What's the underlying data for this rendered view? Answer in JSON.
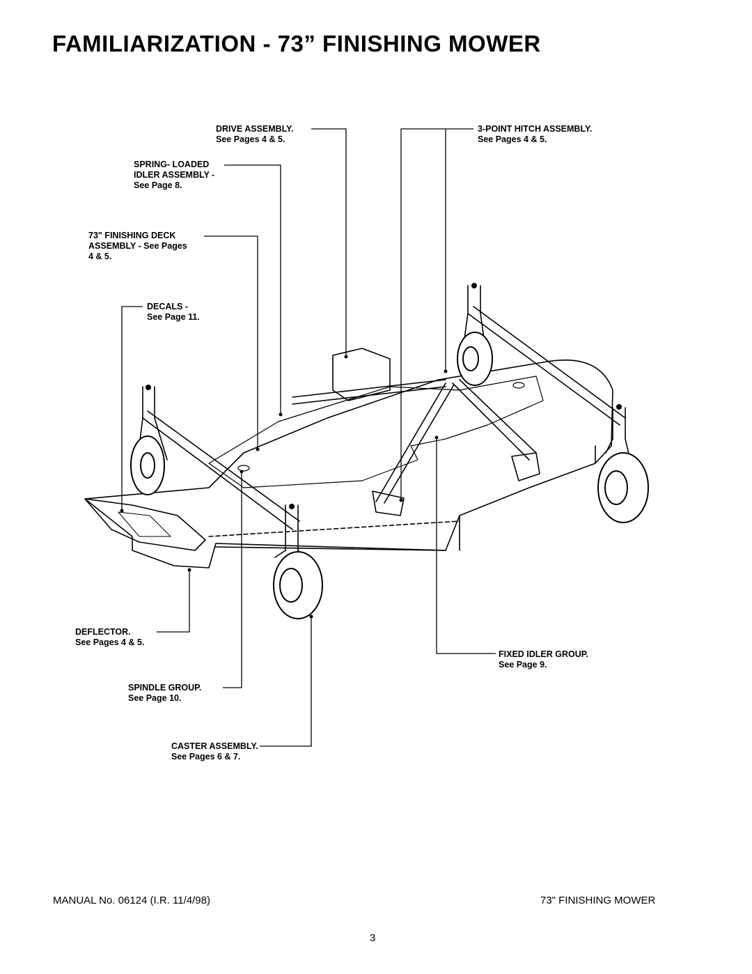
{
  "title": "FAMILIARIZATION - 73” FINISHING MOWER",
  "callouts": {
    "drive": {
      "name": "DRIVE ASSEMBLY.",
      "ref": "See Pages 4 & 5."
    },
    "spring": {
      "name1": "SPRING- LOADED",
      "name2": "IDLER ASSEMBLY -",
      "ref": "See Page 8."
    },
    "deck": {
      "name1": "73\" FINISHING DECK",
      "name2": "ASSEMBLY - See Pages",
      "ref": "4 & 5."
    },
    "decals": {
      "name": "DECALS -",
      "ref": "See Page 11."
    },
    "hitch": {
      "name": "3-POINT HITCH ASSEMBLY.",
      "ref": "See Pages 4 & 5."
    },
    "deflector": {
      "name": "DEFLECTOR.",
      "ref": "See Pages 4 & 5."
    },
    "fixed_idler": {
      "name": "FIXED IDLER GROUP.",
      "ref": "See Page 9."
    },
    "spindle": {
      "name": "SPINDLE GROUP.",
      "ref": "See Page 10."
    },
    "caster": {
      "name": "CASTER ASSEMBLY.",
      "ref": "See Pages 6 & 7."
    }
  },
  "footer": {
    "manual": "MANUAL No. 06124 (I.R. 11/4/98)",
    "product": "73\" FINISHING MOWER",
    "page_number": "3"
  }
}
